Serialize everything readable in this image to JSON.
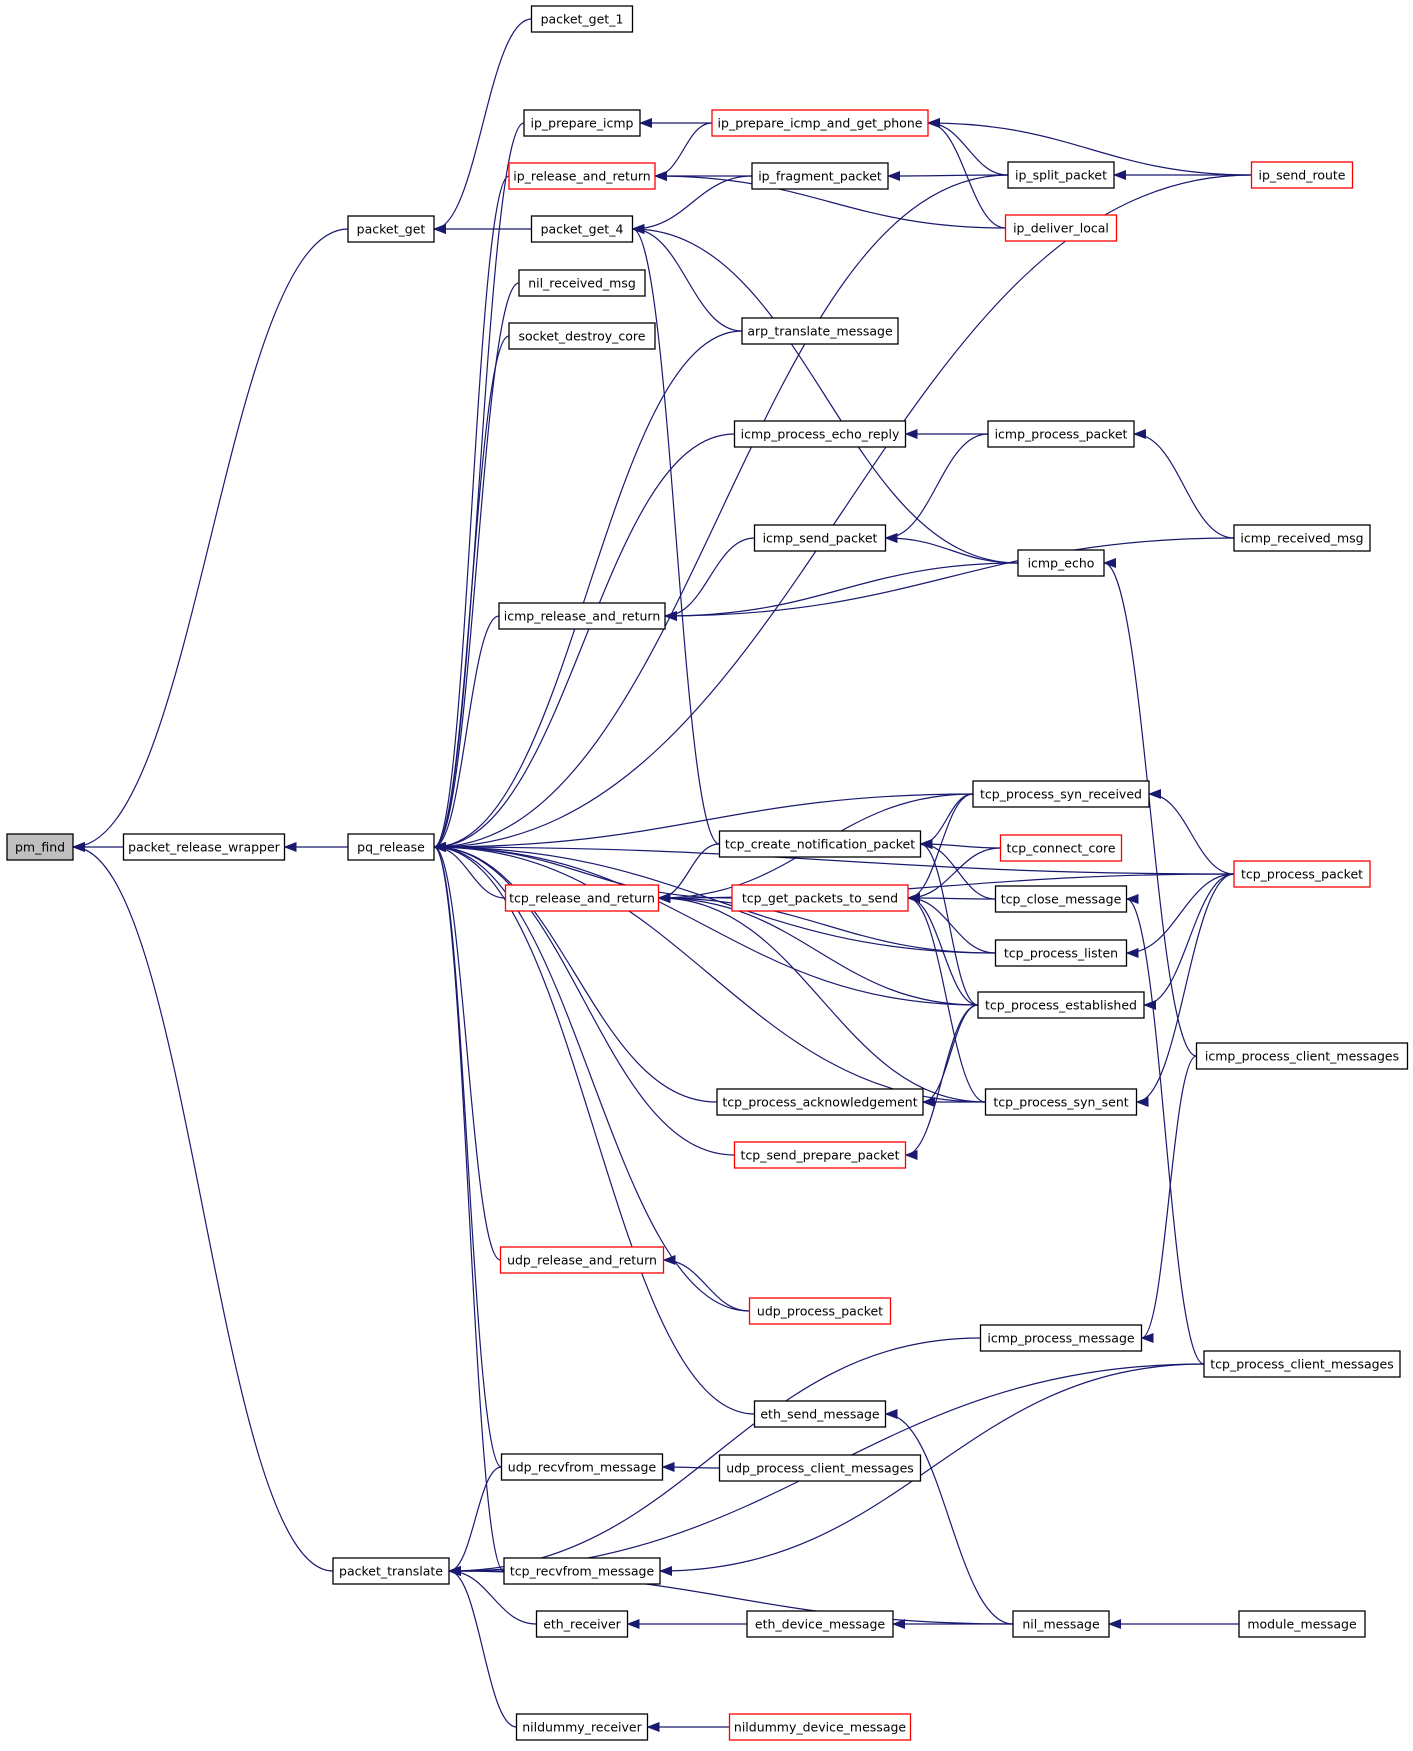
{
  "colors": {
    "edge": "#191970",
    "node_border_normal": "#000000",
    "node_border_truncated": "#ff0000",
    "node_fill": "#ffffff",
    "node_fill_focus": "#bfbfbf"
  },
  "nodes": [
    {
      "id": "pm_find",
      "label": "pm_find",
      "style": "focus"
    },
    {
      "id": "packet_release_wrapper",
      "label": "packet_release_wrapper",
      "style": "normal"
    },
    {
      "id": "packet_get",
      "label": "packet_get",
      "style": "normal"
    },
    {
      "id": "pq_release",
      "label": "pq_release",
      "style": "normal"
    },
    {
      "id": "packet_translate",
      "label": "packet_translate",
      "style": "normal"
    },
    {
      "id": "packet_get_1",
      "label": "packet_get_1",
      "style": "normal"
    },
    {
      "id": "packet_get_4",
      "label": "packet_get_4",
      "style": "normal"
    },
    {
      "id": "ip_prepare_icmp",
      "label": "ip_prepare_icmp",
      "style": "normal"
    },
    {
      "id": "ip_release_and_return",
      "label": "ip_release_and_return",
      "style": "truncated"
    },
    {
      "id": "nil_received_msg",
      "label": "nil_received_msg",
      "style": "normal"
    },
    {
      "id": "socket_destroy_core",
      "label": "socket_destroy_core",
      "style": "normal"
    },
    {
      "id": "icmp_release_and_return",
      "label": "icmp_release_and_return",
      "style": "normal"
    },
    {
      "id": "tcp_release_and_return",
      "label": "tcp_release_and_return",
      "style": "truncated"
    },
    {
      "id": "udp_release_and_return",
      "label": "udp_release_and_return",
      "style": "truncated"
    },
    {
      "id": "udp_recvfrom_message",
      "label": "udp_recvfrom_message",
      "style": "normal"
    },
    {
      "id": "tcp_recvfrom_message",
      "label": "tcp_recvfrom_message",
      "style": "normal"
    },
    {
      "id": "eth_receiver",
      "label": "eth_receiver",
      "style": "normal"
    },
    {
      "id": "nildummy_receiver",
      "label": "nildummy_receiver",
      "style": "normal"
    },
    {
      "id": "ip_prepare_icmp_and_get_phone",
      "label": "ip_prepare_icmp_and_get_phone",
      "style": "truncated"
    },
    {
      "id": "ip_fragment_packet",
      "label": "ip_fragment_packet",
      "style": "normal"
    },
    {
      "id": "arp_translate_message",
      "label": "arp_translate_message",
      "style": "normal"
    },
    {
      "id": "icmp_process_echo_reply",
      "label": "icmp_process_echo_reply",
      "style": "normal"
    },
    {
      "id": "icmp_send_packet",
      "label": "icmp_send_packet",
      "style": "normal"
    },
    {
      "id": "tcp_create_notification_packet",
      "label": "tcp_create_notification_packet",
      "style": "normal"
    },
    {
      "id": "tcp_get_packets_to_send",
      "label": "tcp_get_packets_to_send",
      "style": "truncated"
    },
    {
      "id": "tcp_process_acknowledgement",
      "label": "tcp_process_acknowledgement",
      "style": "normal"
    },
    {
      "id": "tcp_send_prepare_packet",
      "label": "tcp_send_prepare_packet",
      "style": "truncated"
    },
    {
      "id": "udp_process_packet",
      "label": "udp_process_packet",
      "style": "truncated"
    },
    {
      "id": "eth_send_message",
      "label": "eth_send_message",
      "style": "normal"
    },
    {
      "id": "udp_process_client_messages",
      "label": "udp_process_client_messages",
      "style": "normal"
    },
    {
      "id": "eth_device_message",
      "label": "eth_device_message",
      "style": "normal"
    },
    {
      "id": "nildummy_device_message",
      "label": "nildummy_device_message",
      "style": "truncated"
    },
    {
      "id": "ip_split_packet",
      "label": "ip_split_packet",
      "style": "normal"
    },
    {
      "id": "ip_deliver_local",
      "label": "ip_deliver_local",
      "style": "truncated"
    },
    {
      "id": "icmp_process_packet",
      "label": "icmp_process_packet",
      "style": "normal"
    },
    {
      "id": "icmp_echo",
      "label": "icmp_echo",
      "style": "normal"
    },
    {
      "id": "tcp_process_syn_received",
      "label": "tcp_process_syn_received",
      "style": "normal"
    },
    {
      "id": "tcp_connect_core",
      "label": "tcp_connect_core",
      "style": "truncated"
    },
    {
      "id": "tcp_close_message",
      "label": "tcp_close_message",
      "style": "normal"
    },
    {
      "id": "tcp_process_listen",
      "label": "tcp_process_listen",
      "style": "normal"
    },
    {
      "id": "tcp_process_established",
      "label": "tcp_process_established",
      "style": "normal"
    },
    {
      "id": "tcp_process_syn_sent",
      "label": "tcp_process_syn_sent",
      "style": "normal"
    },
    {
      "id": "icmp_process_message",
      "label": "icmp_process_message",
      "style": "normal"
    },
    {
      "id": "nil_message",
      "label": "nil_message",
      "style": "normal"
    },
    {
      "id": "ip_send_route",
      "label": "ip_send_route",
      "style": "truncated"
    },
    {
      "id": "icmp_received_msg",
      "label": "icmp_received_msg",
      "style": "normal"
    },
    {
      "id": "tcp_process_packet",
      "label": "tcp_process_packet",
      "style": "truncated"
    },
    {
      "id": "icmp_process_client_messages",
      "label": "icmp_process_client_messages",
      "style": "normal"
    },
    {
      "id": "tcp_process_client_messages",
      "label": "tcp_process_client_messages",
      "style": "normal"
    },
    {
      "id": "module_message",
      "label": "module_message",
      "style": "normal"
    }
  ],
  "edges": [
    [
      "packet_release_wrapper",
      "pm_find"
    ],
    [
      "packet_get",
      "pm_find"
    ],
    [
      "packet_translate",
      "pm_find"
    ],
    [
      "pq_release",
      "packet_release_wrapper"
    ],
    [
      "packet_get_1",
      "packet_get"
    ],
    [
      "packet_get_4",
      "packet_get"
    ],
    [
      "ip_prepare_icmp",
      "pq_release"
    ],
    [
      "ip_release_and_return",
      "pq_release"
    ],
    [
      "nil_received_msg",
      "pq_release"
    ],
    [
      "socket_destroy_core",
      "pq_release"
    ],
    [
      "icmp_release_and_return",
      "pq_release"
    ],
    [
      "tcp_release_and_return",
      "pq_release"
    ],
    [
      "udp_release_and_return",
      "pq_release"
    ],
    [
      "udp_recvfrom_message",
      "pq_release"
    ],
    [
      "tcp_recvfrom_message",
      "pq_release"
    ],
    [
      "ip_split_packet",
      "pq_release"
    ],
    [
      "arp_translate_message",
      "pq_release"
    ],
    [
      "ip_send_route",
      "pq_release"
    ],
    [
      "icmp_process_echo_reply",
      "pq_release"
    ],
    [
      "tcp_process_packet",
      "pq_release"
    ],
    [
      "tcp_process_syn_received",
      "pq_release"
    ],
    [
      "tcp_get_packets_to_send",
      "pq_release"
    ],
    [
      "tcp_process_listen",
      "pq_release"
    ],
    [
      "tcp_process_acknowledgement",
      "pq_release"
    ],
    [
      "tcp_send_prepare_packet",
      "pq_release"
    ],
    [
      "tcp_process_syn_sent",
      "pq_release"
    ],
    [
      "udp_process_packet",
      "pq_release"
    ],
    [
      "tcp_process_established",
      "pq_release"
    ],
    [
      "eth_send_message",
      "pq_release"
    ],
    [
      "udp_recvfrom_message",
      "packet_translate"
    ],
    [
      "tcp_recvfrom_message",
      "packet_translate"
    ],
    [
      "eth_receiver",
      "packet_translate"
    ],
    [
      "nildummy_receiver",
      "packet_translate"
    ],
    [
      "icmp_process_message",
      "packet_translate"
    ],
    [
      "tcp_process_client_messages",
      "packet_translate"
    ],
    [
      "nil_message",
      "packet_translate"
    ],
    [
      "ip_fragment_packet",
      "packet_get_4"
    ],
    [
      "arp_translate_message",
      "packet_get_4"
    ],
    [
      "icmp_echo",
      "packet_get_4"
    ],
    [
      "tcp_create_notification_packet",
      "packet_get_4"
    ],
    [
      "ip_prepare_icmp_and_get_phone",
      "ip_prepare_icmp"
    ],
    [
      "ip_prepare_icmp_and_get_phone",
      "ip_release_and_return"
    ],
    [
      "ip_fragment_packet",
      "ip_release_and_return"
    ],
    [
      "ip_deliver_local",
      "ip_release_and_return"
    ],
    [
      "icmp_send_packet",
      "icmp_release_and_return"
    ],
    [
      "icmp_echo",
      "icmp_release_and_return"
    ],
    [
      "icmp_received_msg",
      "icmp_release_and_return"
    ],
    [
      "tcp_create_notification_packet",
      "tcp_release_and_return"
    ],
    [
      "tcp_process_syn_received",
      "tcp_release_and_return"
    ],
    [
      "tcp_process_packet",
      "tcp_release_and_return"
    ],
    [
      "tcp_process_listen",
      "tcp_release_and_return"
    ],
    [
      "tcp_process_established",
      "tcp_release_and_return"
    ],
    [
      "tcp_process_syn_sent",
      "tcp_release_and_return"
    ],
    [
      "udp_process_packet",
      "udp_release_and_return"
    ],
    [
      "udp_process_client_messages",
      "udp_recvfrom_message"
    ],
    [
      "tcp_process_client_messages",
      "tcp_recvfrom_message"
    ],
    [
      "eth_device_message",
      "eth_receiver"
    ],
    [
      "nildummy_device_message",
      "nildummy_receiver"
    ],
    [
      "ip_split_packet",
      "ip_prepare_icmp_and_get_phone"
    ],
    [
      "ip_deliver_local",
      "ip_prepare_icmp_and_get_phone"
    ],
    [
      "ip_send_route",
      "ip_prepare_icmp_and_get_phone"
    ],
    [
      "ip_split_packet",
      "ip_fragment_packet"
    ],
    [
      "icmp_process_packet",
      "icmp_process_echo_reply"
    ],
    [
      "icmp_process_packet",
      "icmp_send_packet"
    ],
    [
      "icmp_echo",
      "icmp_send_packet"
    ],
    [
      "tcp_process_syn_received",
      "tcp_create_notification_packet"
    ],
    [
      "tcp_connect_core",
      "tcp_create_notification_packet"
    ],
    [
      "tcp_close_message",
      "tcp_create_notification_packet"
    ],
    [
      "tcp_process_established",
      "tcp_create_notification_packet"
    ],
    [
      "tcp_process_syn_received",
      "tcp_get_packets_to_send"
    ],
    [
      "tcp_connect_core",
      "tcp_get_packets_to_send"
    ],
    [
      "tcp_close_message",
      "tcp_get_packets_to_send"
    ],
    [
      "tcp_process_listen",
      "tcp_get_packets_to_send"
    ],
    [
      "tcp_process_established",
      "tcp_get_packets_to_send"
    ],
    [
      "tcp_process_syn_sent",
      "tcp_get_packets_to_send"
    ],
    [
      "tcp_process_established",
      "tcp_process_acknowledgement"
    ],
    [
      "tcp_process_syn_sent",
      "tcp_process_acknowledgement"
    ],
    [
      "tcp_process_established",
      "tcp_send_prepare_packet"
    ],
    [
      "icmp_process_client_messages",
      "icmp_process_message"
    ],
    [
      "nil_message",
      "eth_send_message"
    ],
    [
      "nil_message",
      "eth_device_message"
    ],
    [
      "ip_send_route",
      "ip_split_packet"
    ],
    [
      "icmp_received_msg",
      "icmp_process_packet"
    ],
    [
      "icmp_process_client_messages",
      "icmp_echo"
    ],
    [
      "tcp_process_packet",
      "tcp_process_syn_received"
    ],
    [
      "tcp_process_packet",
      "tcp_process_listen"
    ],
    [
      "tcp_process_packet",
      "tcp_process_established"
    ],
    [
      "tcp_process_packet",
      "tcp_process_syn_sent"
    ],
    [
      "tcp_process_client_messages",
      "tcp_close_message"
    ],
    [
      "module_message",
      "nil_message"
    ]
  ]
}
